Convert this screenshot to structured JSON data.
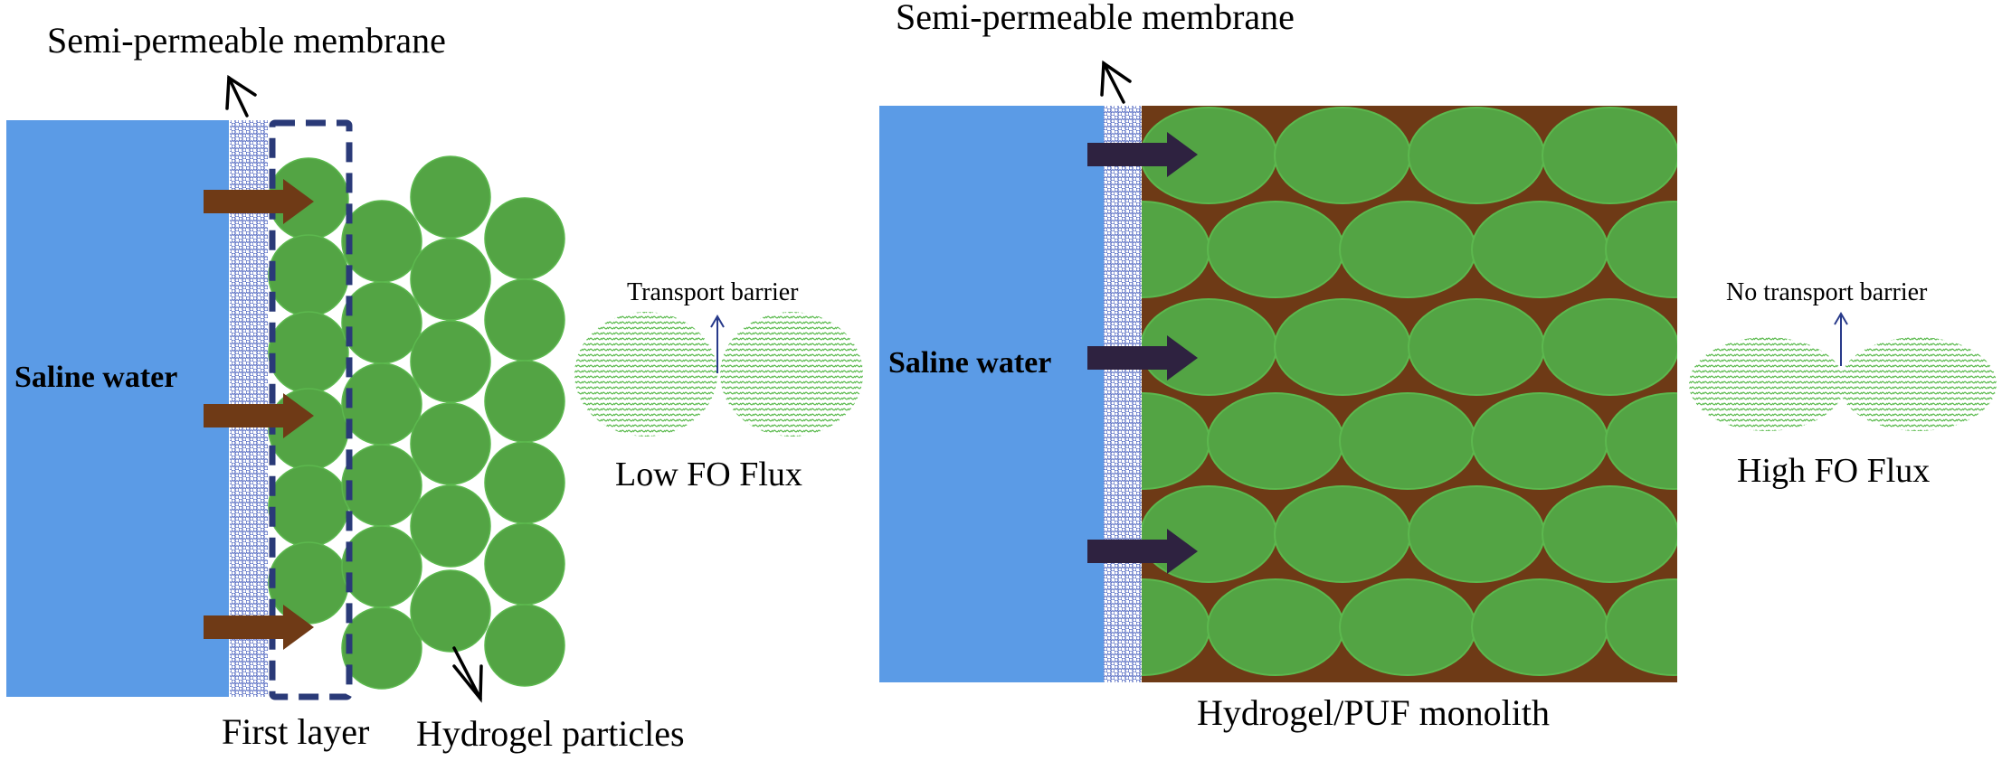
{
  "colors": {
    "saline_water": "#5b9be6",
    "membrane_dot": "#5a6fc4",
    "particle_green": "#53a444",
    "particle_edge": "#5cb84e",
    "puf_brown": "#6e3a16",
    "arrow_brown": "#6f3a16",
    "arrow_dark": "#2e2240",
    "dashed_box": "#2a3a78",
    "barrier_arrow": "#283a8a",
    "hatch_green": "#5dbb50"
  },
  "left_panel": {
    "membrane_label": "Semi-permeable membrane",
    "saline_label": "Saline water",
    "first_layer_label": "First layer",
    "particles_label": "Hydrogel particles",
    "inset": {
      "barrier_label": "Transport barrier",
      "flux_label": "Low FO Flux"
    }
  },
  "right_panel": {
    "membrane_label": "Semi-permeable membrane",
    "saline_label": "Saline water",
    "monolith_label": "Hydrogel/PUF monolith",
    "inset": {
      "barrier_label": "No transport barrier",
      "flux_label": "High FO Flux"
    }
  }
}
